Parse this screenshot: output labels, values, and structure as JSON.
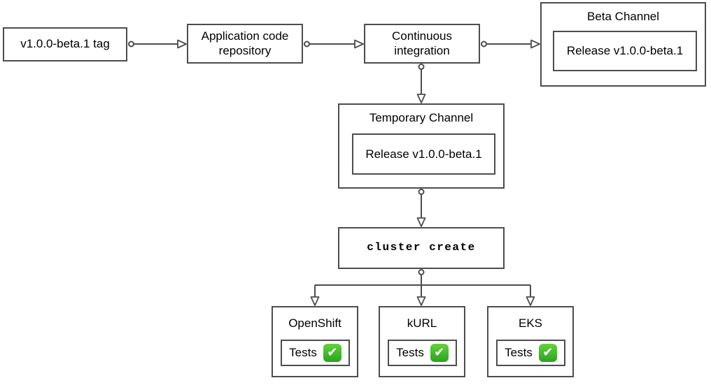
{
  "diagram": {
    "nodes": {
      "tag_label": "v1.0.0-beta.1 tag",
      "app_repo_label": "Application code repository",
      "ci_label": "Continuous integration",
      "beta_channel_title": "Beta Channel",
      "beta_channel_release": "Release v1.0.0-beta.1",
      "temp_channel_title": "Temporary Channel",
      "temp_channel_release": "Release v1.0.0-beta.1",
      "cluster_create_label": "cluster create"
    },
    "clusters": [
      {
        "title": "OpenShift",
        "tests_label": "Tests",
        "status_icon": "check-mark-emoji"
      },
      {
        "title": "kURL",
        "tests_label": "Tests",
        "status_icon": "check-mark-emoji"
      },
      {
        "title": "EKS",
        "tests_label": "Tests",
        "status_icon": "check-mark-emoji"
      }
    ],
    "icons": {
      "tests_passed_glyph": "✔"
    },
    "colors": {
      "border": "#4d4d4d",
      "connector": "#4d4d4d",
      "canvas_bg": "#ffffff",
      "text": "#000000",
      "check_bg_top": "#66d13c",
      "check_bg_bottom": "#28a41e",
      "check_mark": "#ffffff"
    }
  }
}
